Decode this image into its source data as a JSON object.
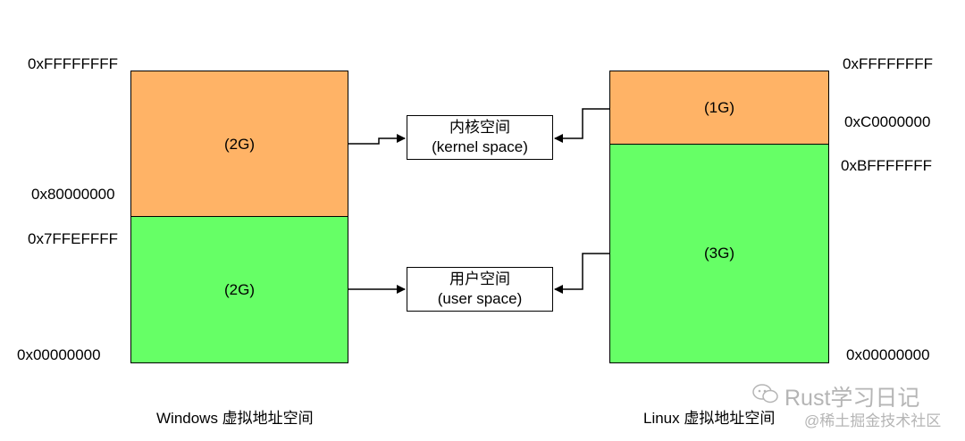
{
  "windows": {
    "top_address": "0xFFFFFFFF",
    "split_high_address": "0x80000000",
    "split_low_address": "0x7FFEFFFF",
    "bottom_address": "0x00000000",
    "kernel_size": "(2G)",
    "user_size": "(2G)",
    "caption": "Windows 虚拟地址空间"
  },
  "linux": {
    "top_address": "0xFFFFFFFF",
    "split_high_address": "0xC0000000",
    "split_low_address": "0xBFFFFFFF",
    "bottom_address": "0x00000000",
    "kernel_size": "(1G)",
    "user_size": "(3G)",
    "caption": "Linux 虚拟地址空间"
  },
  "kernel_space": {
    "line1": "内核空间",
    "line2": "(kernel space)"
  },
  "user_space": {
    "line1": "用户空间",
    "line2": "(user space)"
  },
  "watermark": {
    "line1": "Rust学习日记",
    "line2": "@稀土掘金技术社区"
  },
  "colors": {
    "kernel": "#FFB366",
    "user": "#66FF66",
    "border": "#000000",
    "watermark": "#b5b5b5"
  }
}
